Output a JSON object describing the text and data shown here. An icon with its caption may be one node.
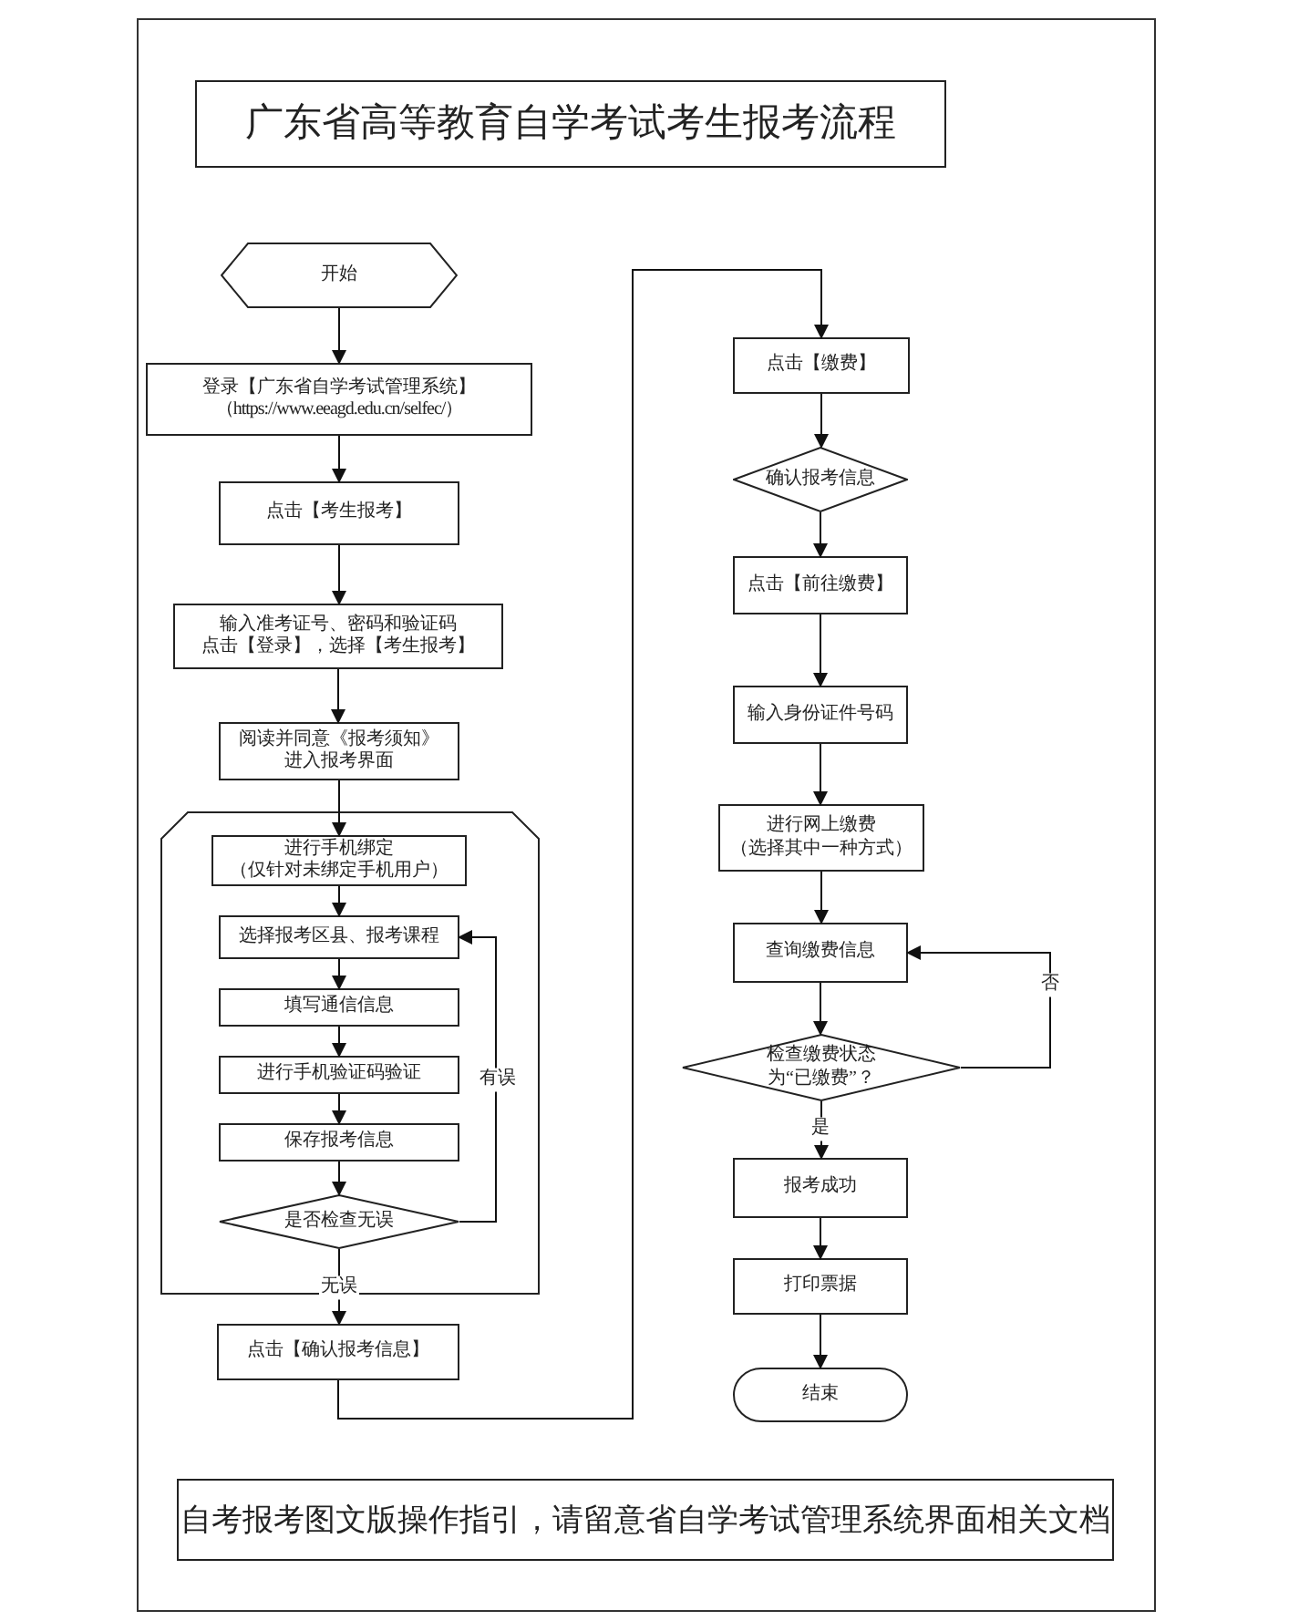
{
  "diagram": {
    "title": "广东省高等教育自学考试考生报考流程",
    "nodes": [
      {
        "text": [
          "开始"
        ]
      },
      {
        "text": [
          "登录【广东省自学考试管理系统】",
          "（https://www.eeagd.edu.cn/selfec/）"
        ]
      },
      {
        "text": [
          "点击【考生报考】"
        ]
      },
      {
        "text": [
          "输入准考证号、密码和验证码",
          "点击【登录】，选择【考生报考】"
        ]
      },
      {
        "text": [
          "阅读并同意《报考须知》",
          "进入报考界面"
        ]
      },
      {
        "text": [],
        "shape": "octagon"
      },
      {
        "text": [
          "进行手机绑定",
          "（仅针对未绑定手机用户）"
        ],
        "in": 5
      },
      {
        "text": [
          "选择报考区县、报考课程"
        ],
        "in": 5
      },
      {
        "text": [
          "填写通信信息"
        ],
        "in": 5
      },
      {
        "text": [
          "进行手机验证码验证"
        ],
        "in": 5
      },
      {
        "text": [
          "保存报考信息"
        ],
        "in": 5
      },
      {
        "text": [
          "是否检查无误"
        ],
        "in": 5
      },
      {
        "text": [
          "点击【确认报考信息】"
        ]
      },
      {
        "text": [
          "点击【缴费】"
        ]
      },
      {
        "text": [
          "确认报考信息"
        ]
      },
      {
        "text": [
          "点击【前往缴费】"
        ]
      },
      {
        "text": [
          "输入身份证件号码"
        ]
      },
      {
        "text": [
          "进行网上缴费",
          "（选择其中一种方式）"
        ]
      },
      {
        "text": [
          "查询缴费信息"
        ]
      },
      {
        "text": [
          "检查缴费状态",
          "为“已缴费”？"
        ]
      },
      {
        "text": [
          "报考成功"
        ]
      },
      {
        "text": [
          "打印票据"
        ]
      },
      {
        "text": [
          "结束"
        ]
      },
      {
        "text": [
          "自考报考图文版操作指引，请留意省自学考试管理系统界面相关文档"
        ]
      }
    ],
    "edges": [
      {
        "from": 0,
        "to": 1,
        "arrow": "to"
      },
      {
        "from": 1,
        "to": 2,
        "arrow": "to"
      },
      {
        "from": 2,
        "to": 3,
        "arrow": "to"
      },
      {
        "from": 3,
        "to": 4,
        "arrow": "to"
      },
      {
        "from": 4,
        "to": 6,
        "arrow": "to"
      },
      {
        "from": 6,
        "to": 7,
        "arrow": "to"
      },
      {
        "from": 7,
        "to": 8,
        "arrow": "to"
      },
      {
        "from": 8,
        "to": 9,
        "arrow": "to"
      },
      {
        "from": 9,
        "to": 10,
        "arrow": "to"
      },
      {
        "from": 10,
        "to": 11,
        "arrow": "to"
      },
      {
        "from": 11,
        "to": 7,
        "arrow": "to",
        "label": "有误"
      },
      {
        "from": 11,
        "to": 12,
        "arrow": "to",
        "label": "无误"
      },
      {
        "from": 12,
        "to": 13,
        "arrow": "to"
      },
      {
        "from": 13,
        "to": 14,
        "arrow": "to"
      },
      {
        "from": 14,
        "to": 15,
        "arrow": "to"
      },
      {
        "from": 15,
        "to": 16,
        "arrow": "to"
      },
      {
        "from": 16,
        "to": 17,
        "arrow": "to"
      },
      {
        "from": 17,
        "to": 18,
        "arrow": "to"
      },
      {
        "from": 18,
        "to": 19,
        "arrow": "to"
      },
      {
        "from": 19,
        "to": 18,
        "arrow": "to",
        "label": "否"
      },
      {
        "from": 19,
        "to": 20,
        "arrow": "to",
        "label": "是"
      },
      {
        "from": 20,
        "to": 21,
        "arrow": "to"
      },
      {
        "from": 21,
        "to": 22,
        "arrow": "to"
      }
    ]
  }
}
